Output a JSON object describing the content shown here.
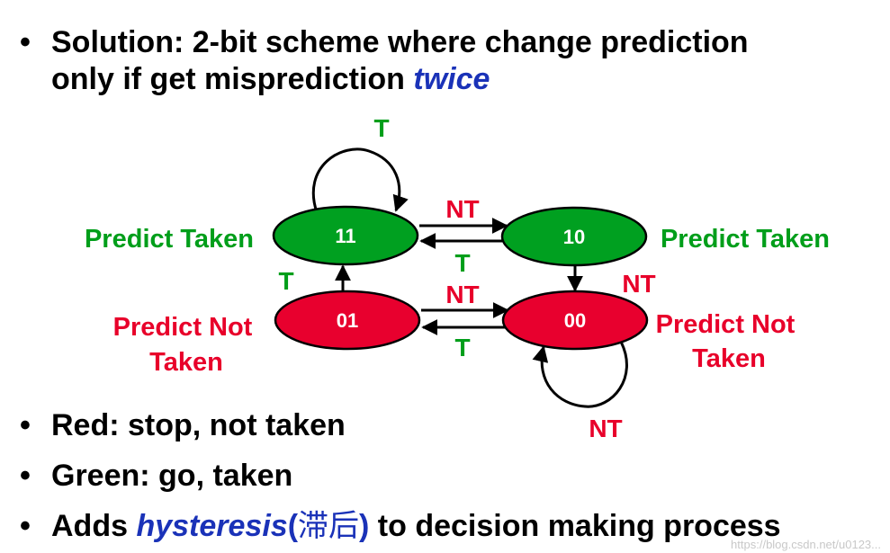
{
  "bullets": {
    "b1_line1": "Solution: 2-bit scheme where change prediction",
    "b1_line2_pre": "only if get misprediction ",
    "b1_line2_em": "twice",
    "b2": "Red: stop, not taken",
    "b3": "Green: go, taken",
    "b4_pre": "Adds ",
    "b4_em": "hysteresis",
    "b4_paren_open": "(",
    "b4_cjk": "滞后",
    "b4_paren_close": ")",
    "b4_post": " to decision making process",
    "dot": "•"
  },
  "diagram": {
    "states": {
      "s11": "11",
      "s10": "10",
      "s01": "01",
      "s00": "00"
    },
    "state_labels": {
      "s11_label": "Predict Taken",
      "s10_label": "Predict Taken",
      "s01_label_line1": "Predict Not",
      "s01_label_line2": "Taken",
      "s00_label_line1": "Predict Not",
      "s00_label_line2": "Taken"
    },
    "transitions": {
      "self_11": "T",
      "t11_to_10": "NT",
      "t10_to_11": "T",
      "t01_to_11": "T",
      "t10_to_00": "NT",
      "t01_to_00": "NT",
      "t00_to_01": "T",
      "self_00": "NT"
    },
    "colors": {
      "taken_green": "#009e1a",
      "not_taken_red": "#e8002a",
      "state_fill_green": "#00a020",
      "state_fill_red": "#e8002e",
      "text_blue": "#1a32b8"
    }
  },
  "watermark": "https://blog.csdn.net/u0123..."
}
